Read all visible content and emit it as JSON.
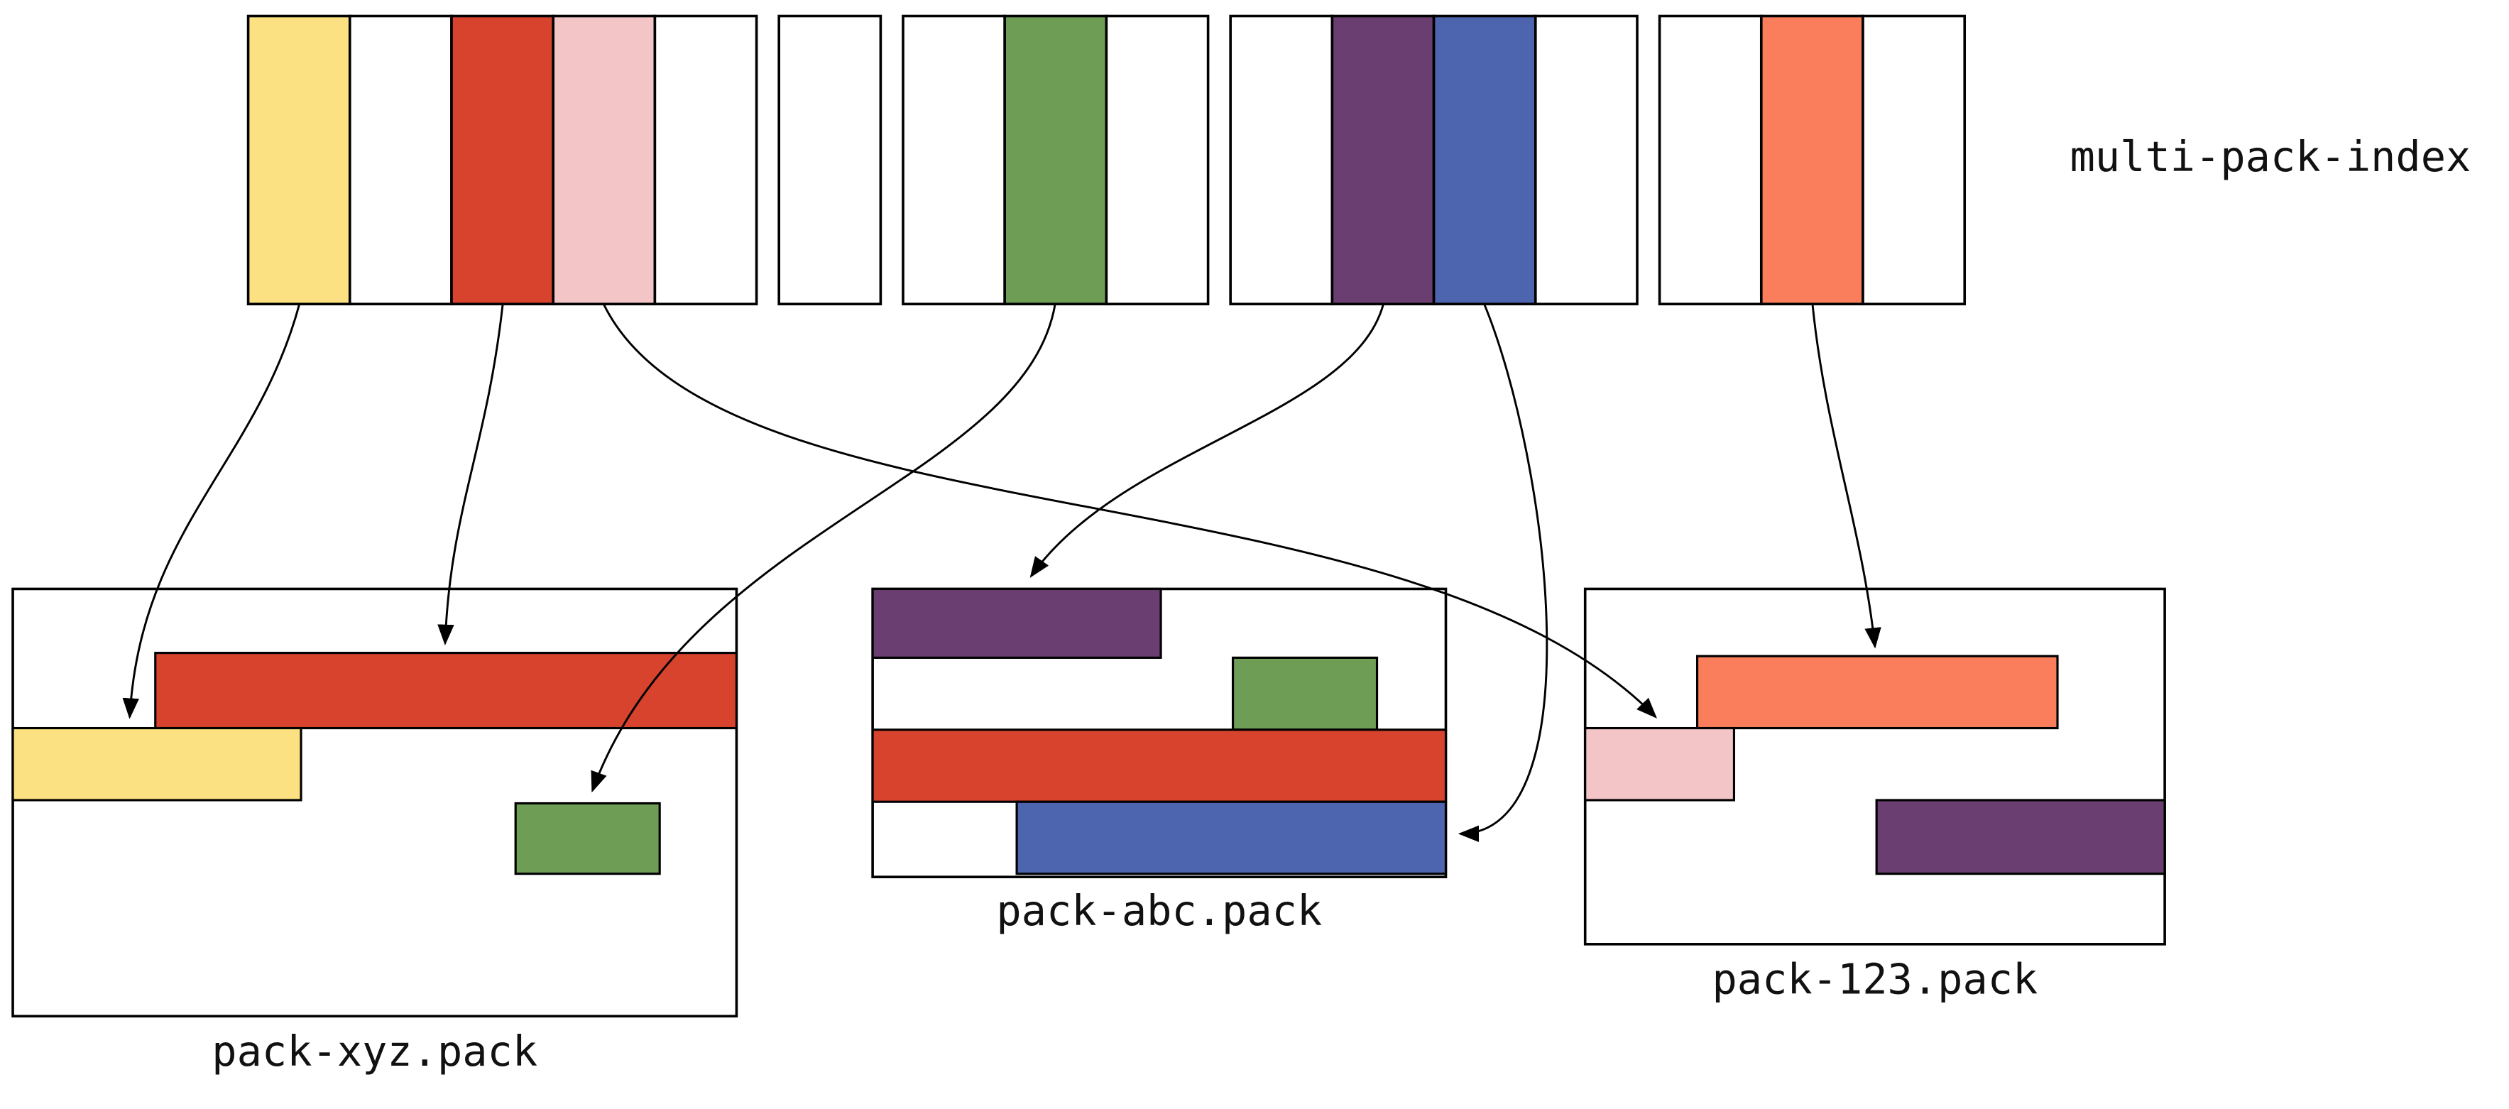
{
  "diagram": {
    "background": "#ffffff",
    "stroke_color": "#000000",
    "colors": {
      "yellow": "#fbe181",
      "red": "#d8432e",
      "pink": "#f4c5c7",
      "green": "#6e9e55",
      "purple": "#6a3e71",
      "blue": "#4d64af",
      "salmon": "#fa7e5c",
      "white": "#ffffff"
    },
    "index": {
      "label": "multi-pack-index",
      "cells": [
        "yellow",
        "white",
        "red",
        "pink",
        "white",
        "white",
        "white",
        "green",
        "white",
        "white",
        "purple",
        "blue",
        "white",
        "white",
        "salmon",
        "white"
      ]
    },
    "packs": [
      {
        "label": "pack-xyz.pack",
        "objects": [
          "red",
          "yellow",
          "green"
        ]
      },
      {
        "label": "pack-abc.pack",
        "objects": [
          "purple",
          "green",
          "red",
          "blue"
        ]
      },
      {
        "label": "pack-123.pack",
        "objects": [
          "salmon",
          "pink",
          "purple"
        ]
      }
    ],
    "arrows": [
      {
        "from_cell": 0,
        "color": "yellow",
        "to_pack": "pack-xyz.pack"
      },
      {
        "from_cell": 2,
        "color": "red",
        "to_pack": "pack-xyz.pack"
      },
      {
        "from_cell": 3,
        "color": "pink",
        "to_pack": "pack-123.pack"
      },
      {
        "from_cell": 7,
        "color": "green",
        "to_pack": "pack-xyz.pack"
      },
      {
        "from_cell": 10,
        "color": "purple",
        "to_pack": "pack-abc.pack"
      },
      {
        "from_cell": 11,
        "color": "blue",
        "to_pack": "pack-abc.pack"
      },
      {
        "from_cell": 14,
        "color": "salmon",
        "to_pack": "pack-123.pack"
      }
    ]
  }
}
